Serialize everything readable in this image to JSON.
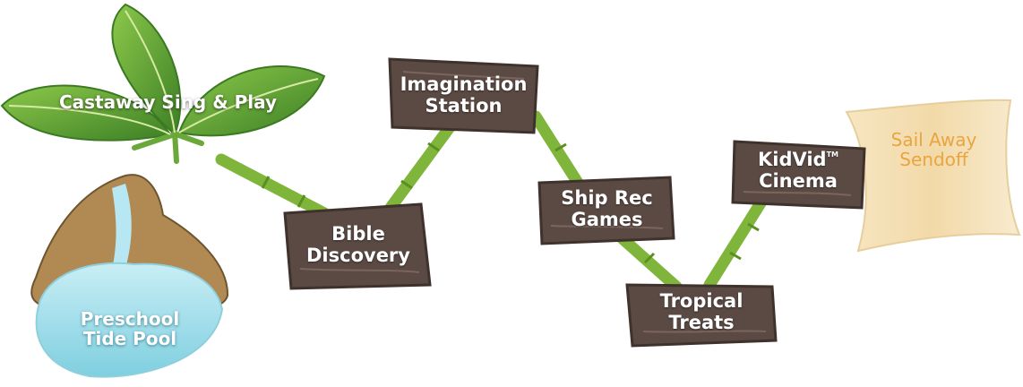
{
  "colors": {
    "wood": "#5b4a44",
    "wood_dark": "#3f322d",
    "bamboo": "#7fb53a",
    "bamboo_dark": "#5a8f22",
    "leaf": "#5ea33a",
    "water": "#9fdcea",
    "rock": "#a8874f",
    "sail": "#f4dfb4",
    "sail_text": "#e9a540"
  },
  "stations": {
    "sing_play": "Castaway Sing & Play",
    "tide_pool_line1": "Preschool",
    "tide_pool_line2": "Tide Pool",
    "bible_line1": "Bible",
    "bible_line2": "Discovery",
    "imagination_line1": "Imagination",
    "imagination_line2": "Station",
    "rec_line1": "Ship Rec",
    "rec_line2": "Games",
    "treats_line1": "Tropical",
    "treats_line2": "Treats",
    "kidvid_line1": "KidVid",
    "kidvid_tm": "TM",
    "kidvid_line2": "Cinema",
    "sendoff_line1": "Sail Away",
    "sendoff_line2": "Sendoff"
  }
}
